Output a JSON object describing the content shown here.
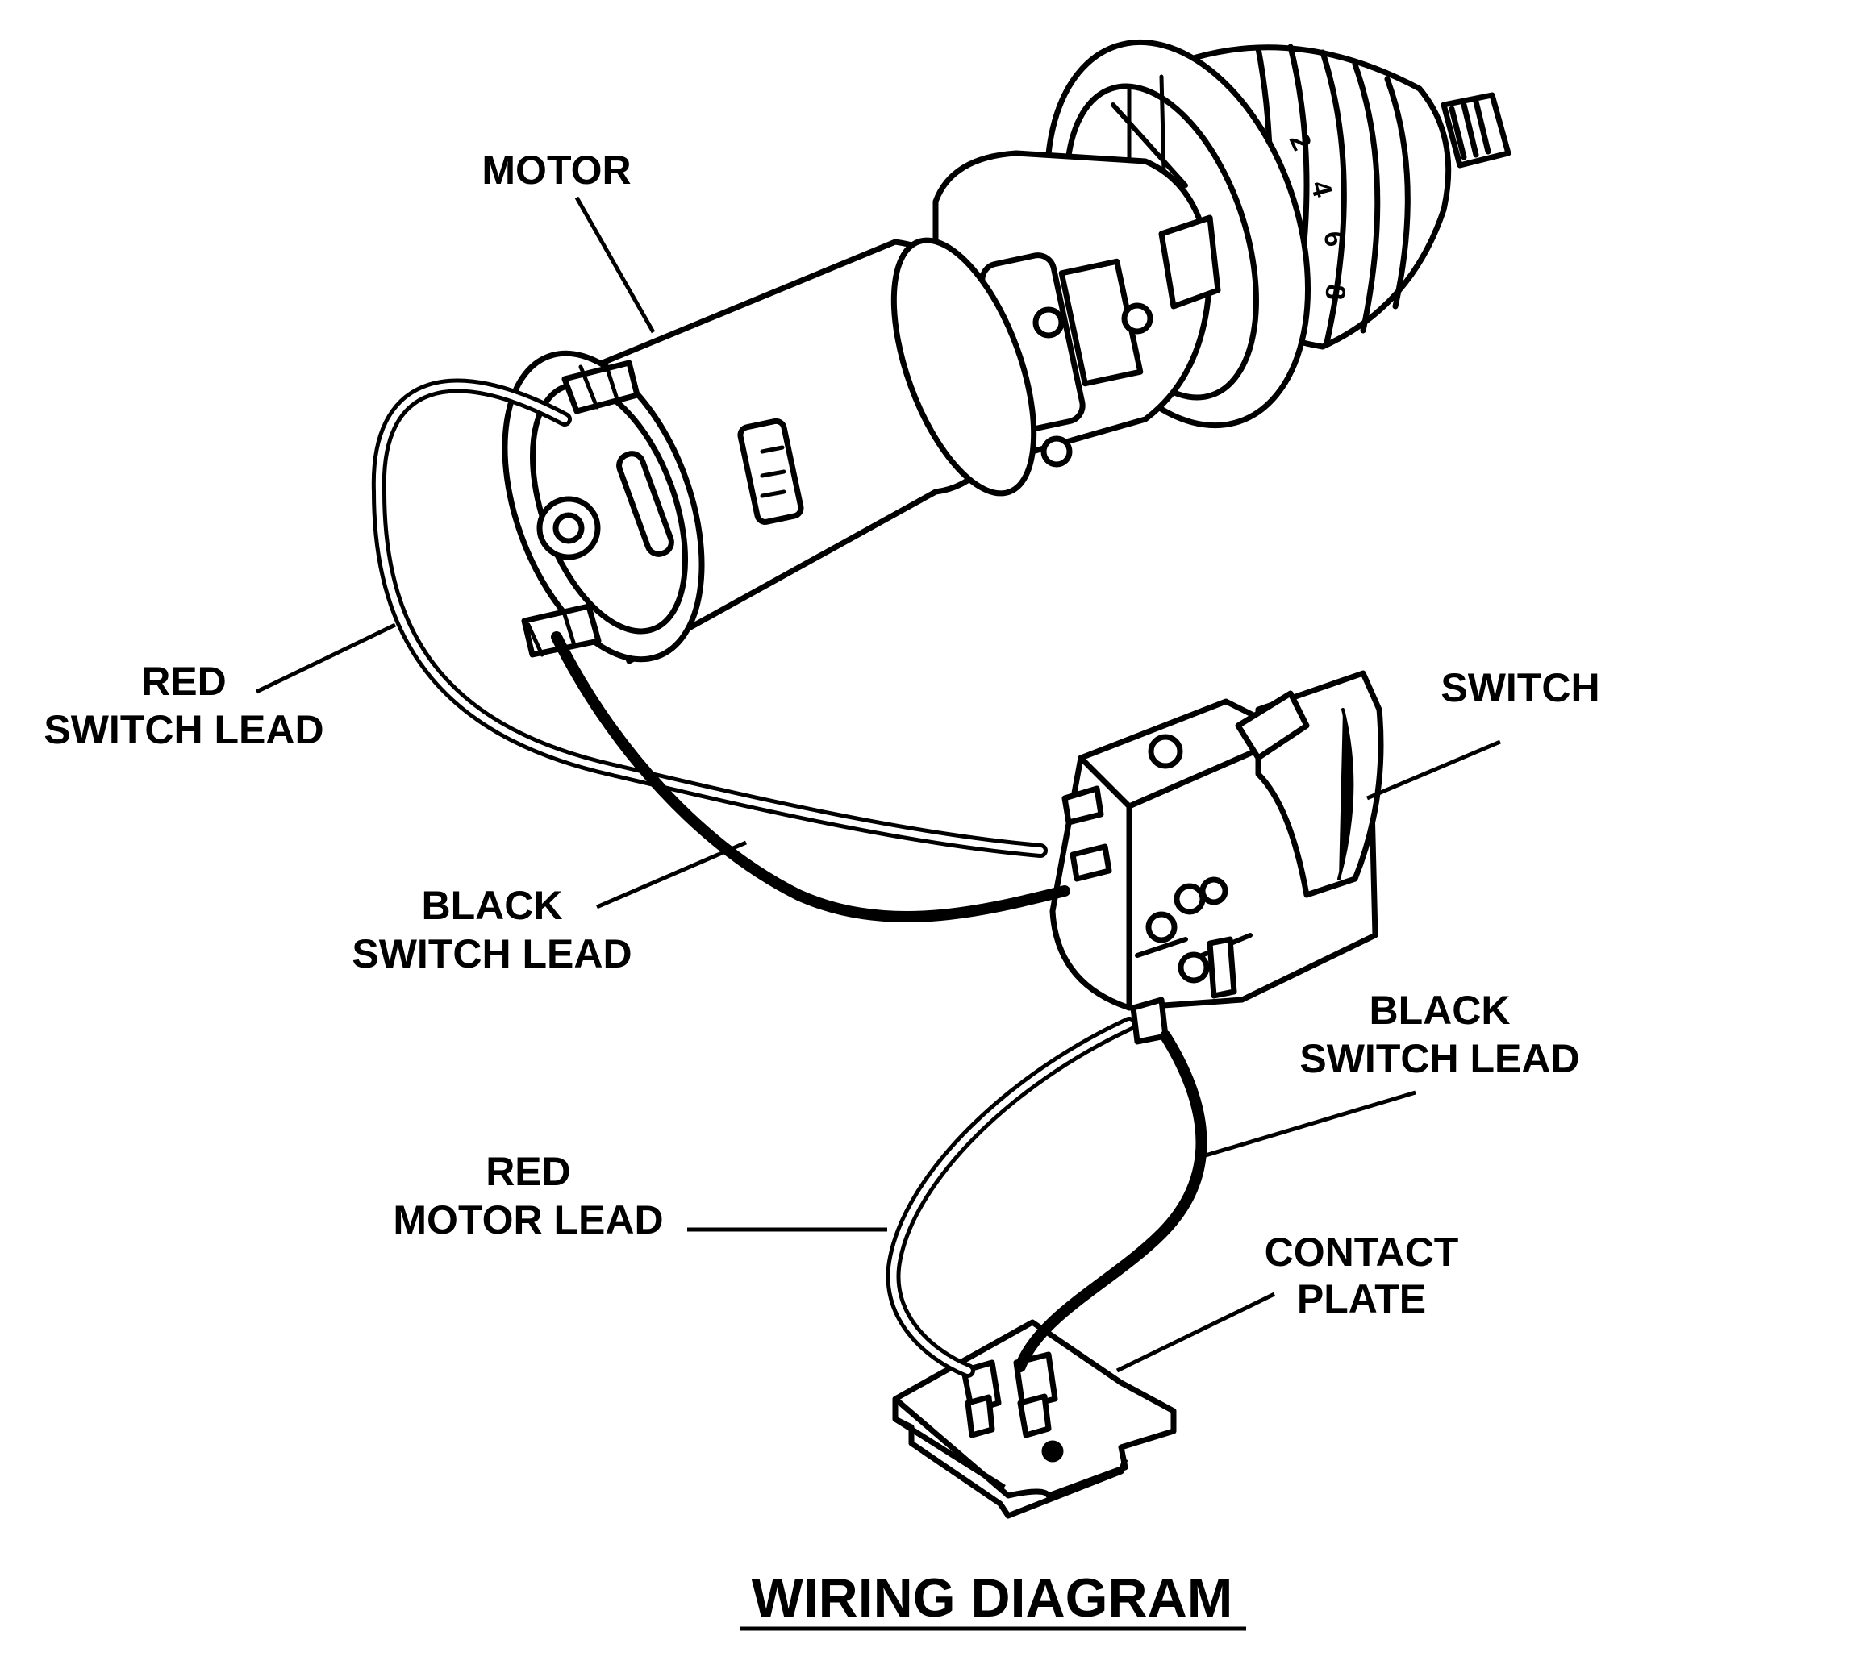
{
  "labels": {
    "motor": "MOTOR",
    "red_switch_lead_1": "RED",
    "red_switch_lead_2": "SWITCH LEAD",
    "black_switch_lead_upper_1": "BLACK",
    "black_switch_lead_upper_2": "SWITCH LEAD",
    "switch": "SWITCH",
    "black_switch_lead_lower_1": "BLACK",
    "black_switch_lead_lower_2": "SWITCH LEAD",
    "red_motor_lead_1": "RED",
    "red_motor_lead_2": "MOTOR LEAD",
    "contact_plate_1": "CONTACT",
    "contact_plate_2": "PLATE"
  },
  "title": "WIRING DIAGRAM",
  "clutch_numbers": [
    "2",
    "4",
    "6",
    "8"
  ],
  "colors": {
    "ink": "#000000",
    "paper": "#ffffff"
  }
}
